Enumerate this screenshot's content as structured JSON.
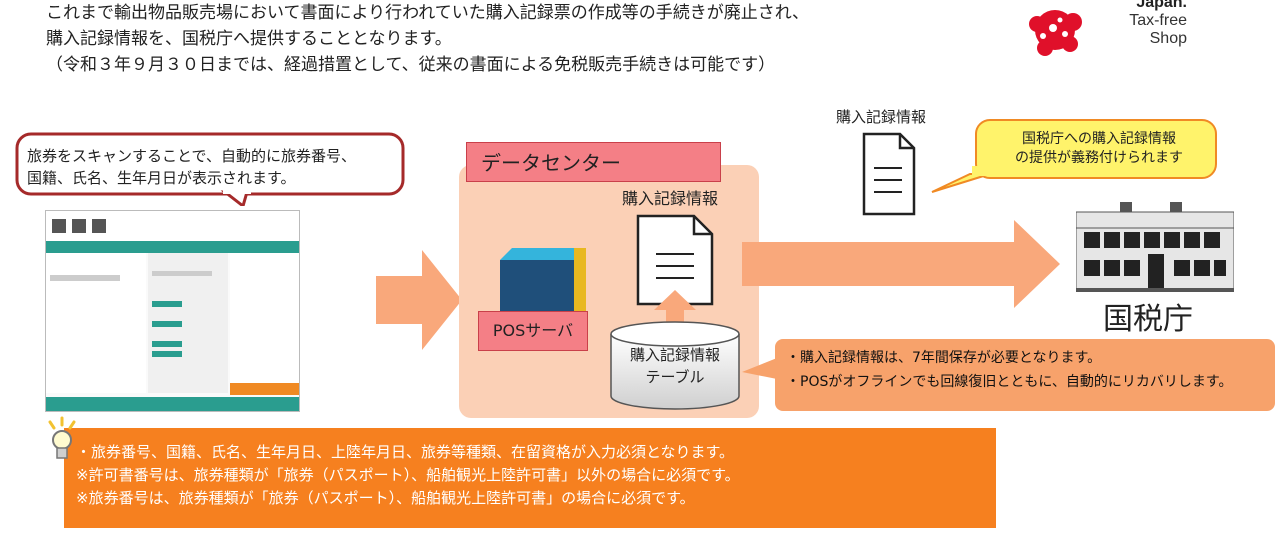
{
  "intro": {
    "lines": [
      "これまで輸出物品販売場において書面により行われていた購入記録票の作成等の手続きが廃止され、",
      "購入記録情報を、国税庁へ提供することとなります。",
      "（令和３年９月３０日までは、経過措置として、従来の書面による免税販売手続きは可能です）"
    ]
  },
  "logo": {
    "line1": "Japan.",
    "line2": "Tax-free",
    "line3": "Shop"
  },
  "callout_scan": {
    "line1": "旅券をスキャンすることで、自動的に旅券番号、",
    "line2": "国籍、氏名、生年月日が表示されます。"
  },
  "data_center": {
    "label": "データセンター",
    "pos_server": "POSサーバ",
    "record_label": "購入記録情報",
    "db_line1": "購入記録情報",
    "db_line2": "テーブル"
  },
  "top_record_label": "購入記録情報",
  "callout_nta": {
    "line1": "国税庁への購入記録情報",
    "line2": "の提供が義務付けられます"
  },
  "nta_label": "国税庁",
  "note_right": {
    "line1": "・購入記録情報は、7年間保存が必要となります。",
    "line2": "・POSがオフラインでも回線復旧とともに、自動的にリカバリします。"
  },
  "bottom_note": {
    "line1": "・旅券番号、国籍、氏名、生年月日、上陸年月日、旅券等種類、在留資格が入力必須となります。",
    "line2": "※許可書番号は、旅券種類が「旅券（パスポート）、船舶観光上陸許可書」以外の場合に必須です。",
    "line3": "※旅券番号は、旅券種類が「旅券（パスポート）、船舶観光上陸許可書」の場合に必須です。"
  },
  "icons": [
    "tax-free-logo-icon",
    "document-icon",
    "server-icon",
    "database-icon",
    "building-icon",
    "lightbulb-icon",
    "arrow-right-icon",
    "arrow-up-icon"
  ],
  "colors": {
    "orange": "#f6801f",
    "peach": "#fbd0b6",
    "arrow": "#f9a87b",
    "pink_label": "#f47f86",
    "yellow_callout": "#fff36b",
    "note": "#f7a26b"
  }
}
